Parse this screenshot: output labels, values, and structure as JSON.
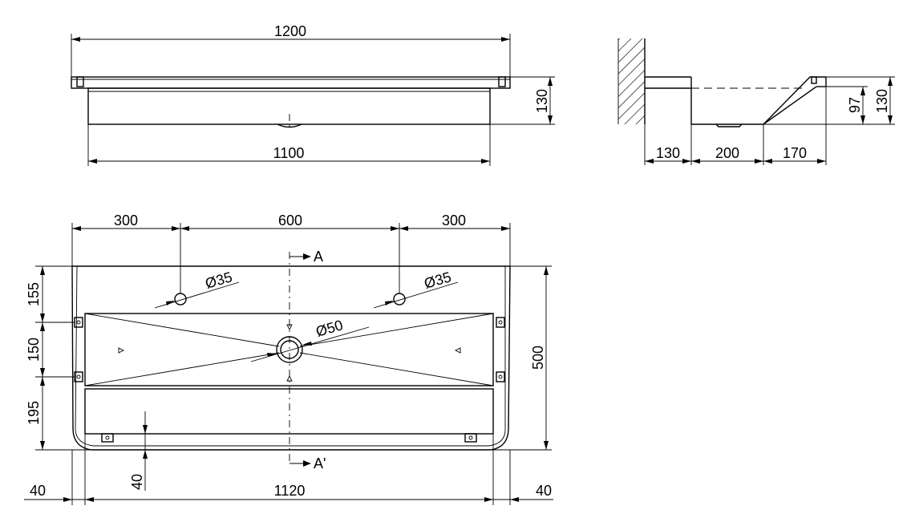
{
  "front_view": {
    "overall_width": "1200",
    "bowl_width": "1100",
    "height": "130"
  },
  "side_view": {
    "wall_depth": "130",
    "bottom_depth": "200",
    "slope_depth": "170",
    "inner_height": "97",
    "height": "130"
  },
  "plan_view": {
    "left_offset": "300",
    "center_spacing": "600",
    "right_offset": "300",
    "tap_hole_left": "Ø35",
    "tap_hole_right": "Ø35",
    "drain": "Ø50",
    "section_top": "A",
    "section_bottom": "A'",
    "dim_155": "155",
    "dim_150": "150",
    "dim_195": "195",
    "depth": "500",
    "margin_left": "40",
    "inner_width": "1120",
    "margin_right": "40",
    "rim_40": "40"
  }
}
